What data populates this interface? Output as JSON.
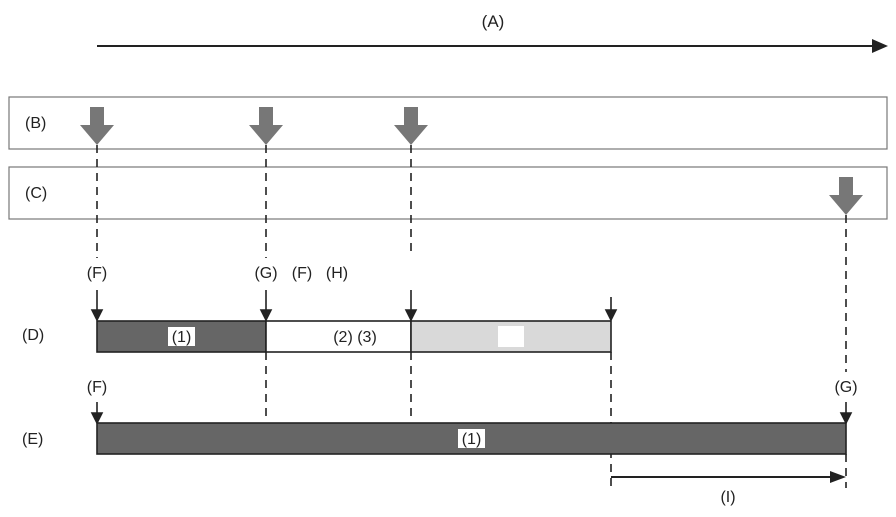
{
  "labels": {
    "A": "(A)",
    "B": "(B)",
    "C": "(C)",
    "D": "(D)",
    "E": "(E)",
    "I": "(I)",
    "F_top": "(F)",
    "G_top": "(G)",
    "F_mid": "(F)",
    "H_mid": "(H)",
    "F_left": "(F)",
    "G_right": "(G)"
  },
  "bar_d": {
    "seg1_label": "(1)",
    "seg2_label": "(2) (3)"
  },
  "bar_e": {
    "label": "(1)"
  },
  "colors": {
    "dark_fill": "#666666",
    "light_fill": "#d9d9d9",
    "white": "#ffffff",
    "stroke": "#222222",
    "marker_arrow": "#777777",
    "lane_border": "#777777"
  }
}
